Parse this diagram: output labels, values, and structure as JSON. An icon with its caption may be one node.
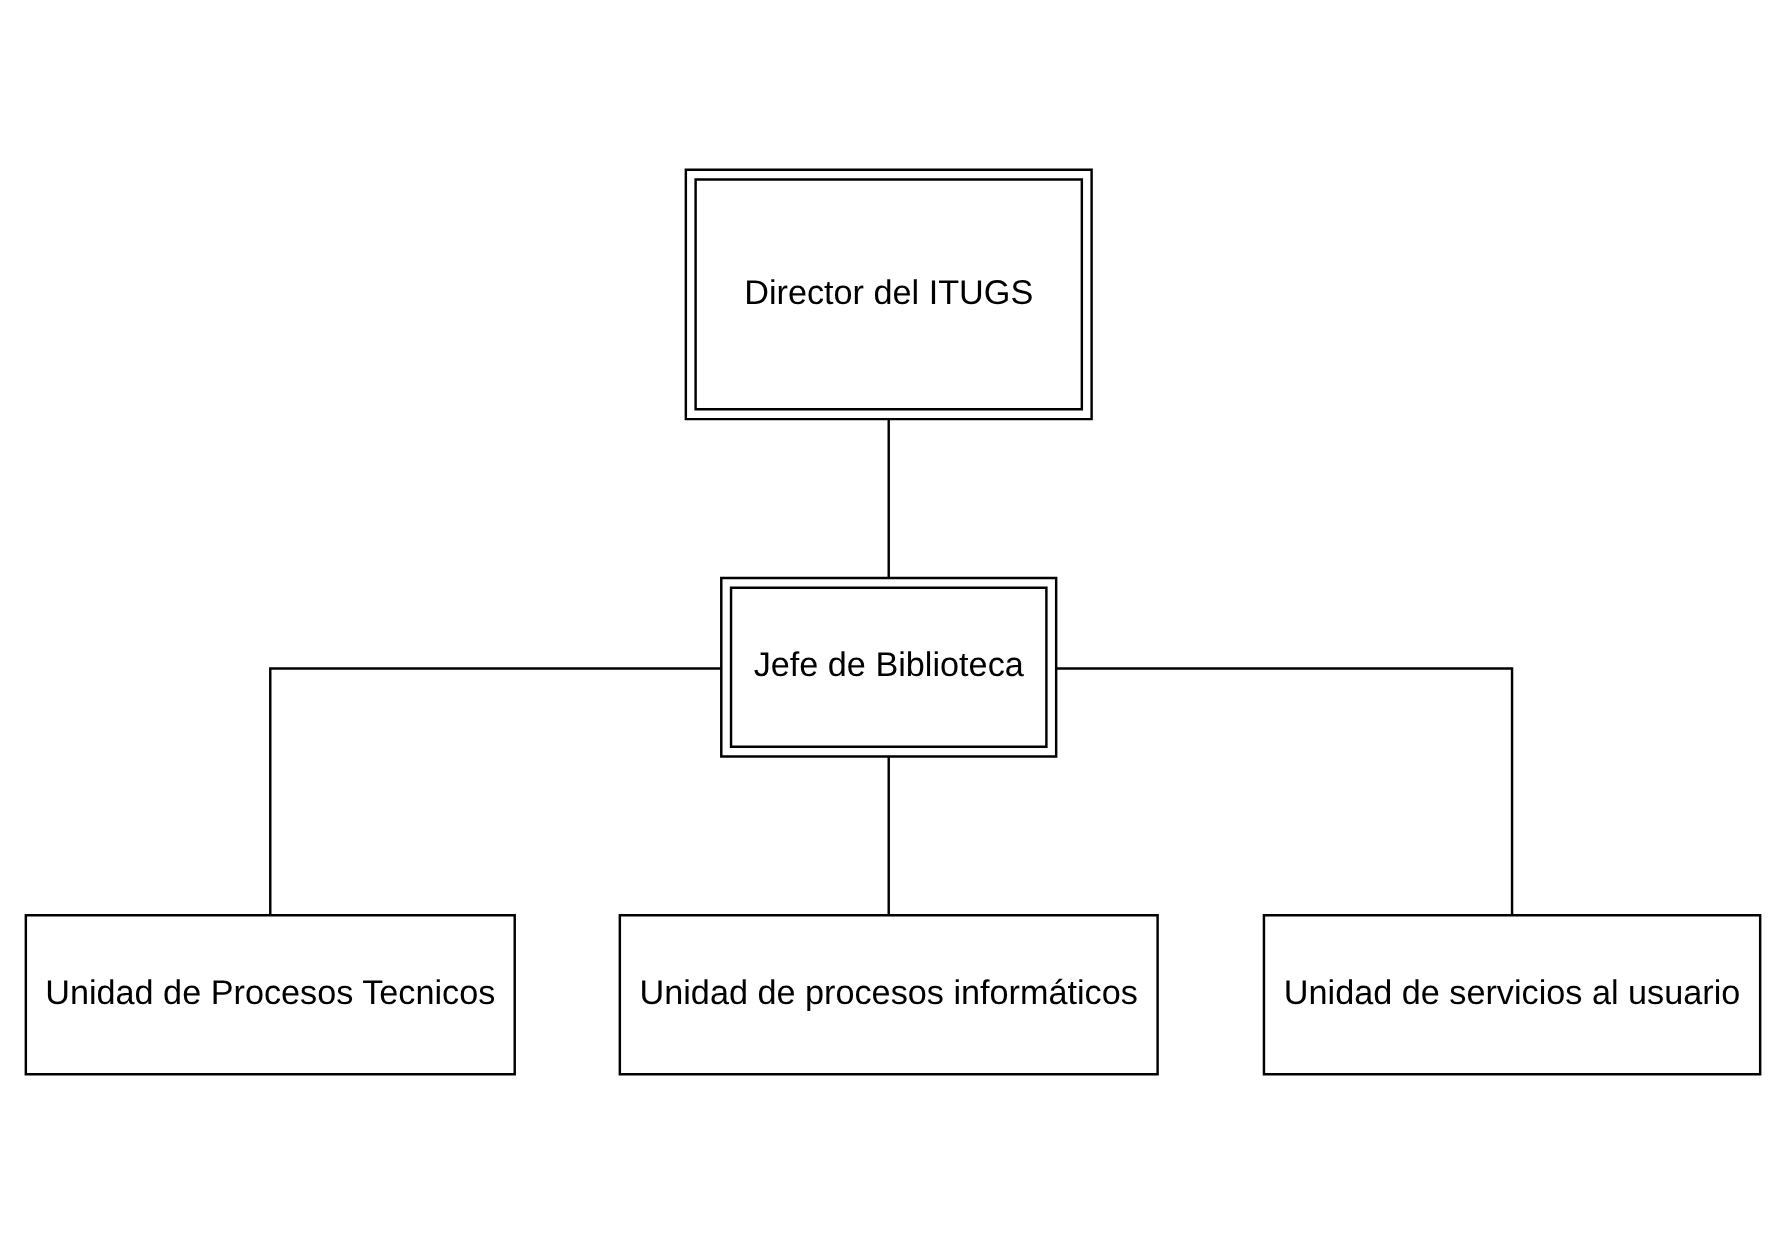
{
  "diagram": {
    "nodes": [
      {
        "text": [
          "Director del ITUGS"
        ]
      },
      {
        "text": [
          "Jefe de Biblioteca"
        ]
      },
      {
        "text": [
          "Unidad de Procesos Tecnicos"
        ]
      },
      {
        "text": [
          "Unidad de procesos informáticos"
        ]
      },
      {
        "text": [
          "Unidad de servicios al usuario"
        ]
      }
    ],
    "edges": [
      {
        "from": 0,
        "to": 1,
        "arrow": "none"
      },
      {
        "from": 1,
        "to": 2,
        "arrow": "none"
      },
      {
        "from": 1,
        "to": 3,
        "arrow": "none"
      },
      {
        "from": 1,
        "to": 4,
        "arrow": "none"
      }
    ]
  }
}
